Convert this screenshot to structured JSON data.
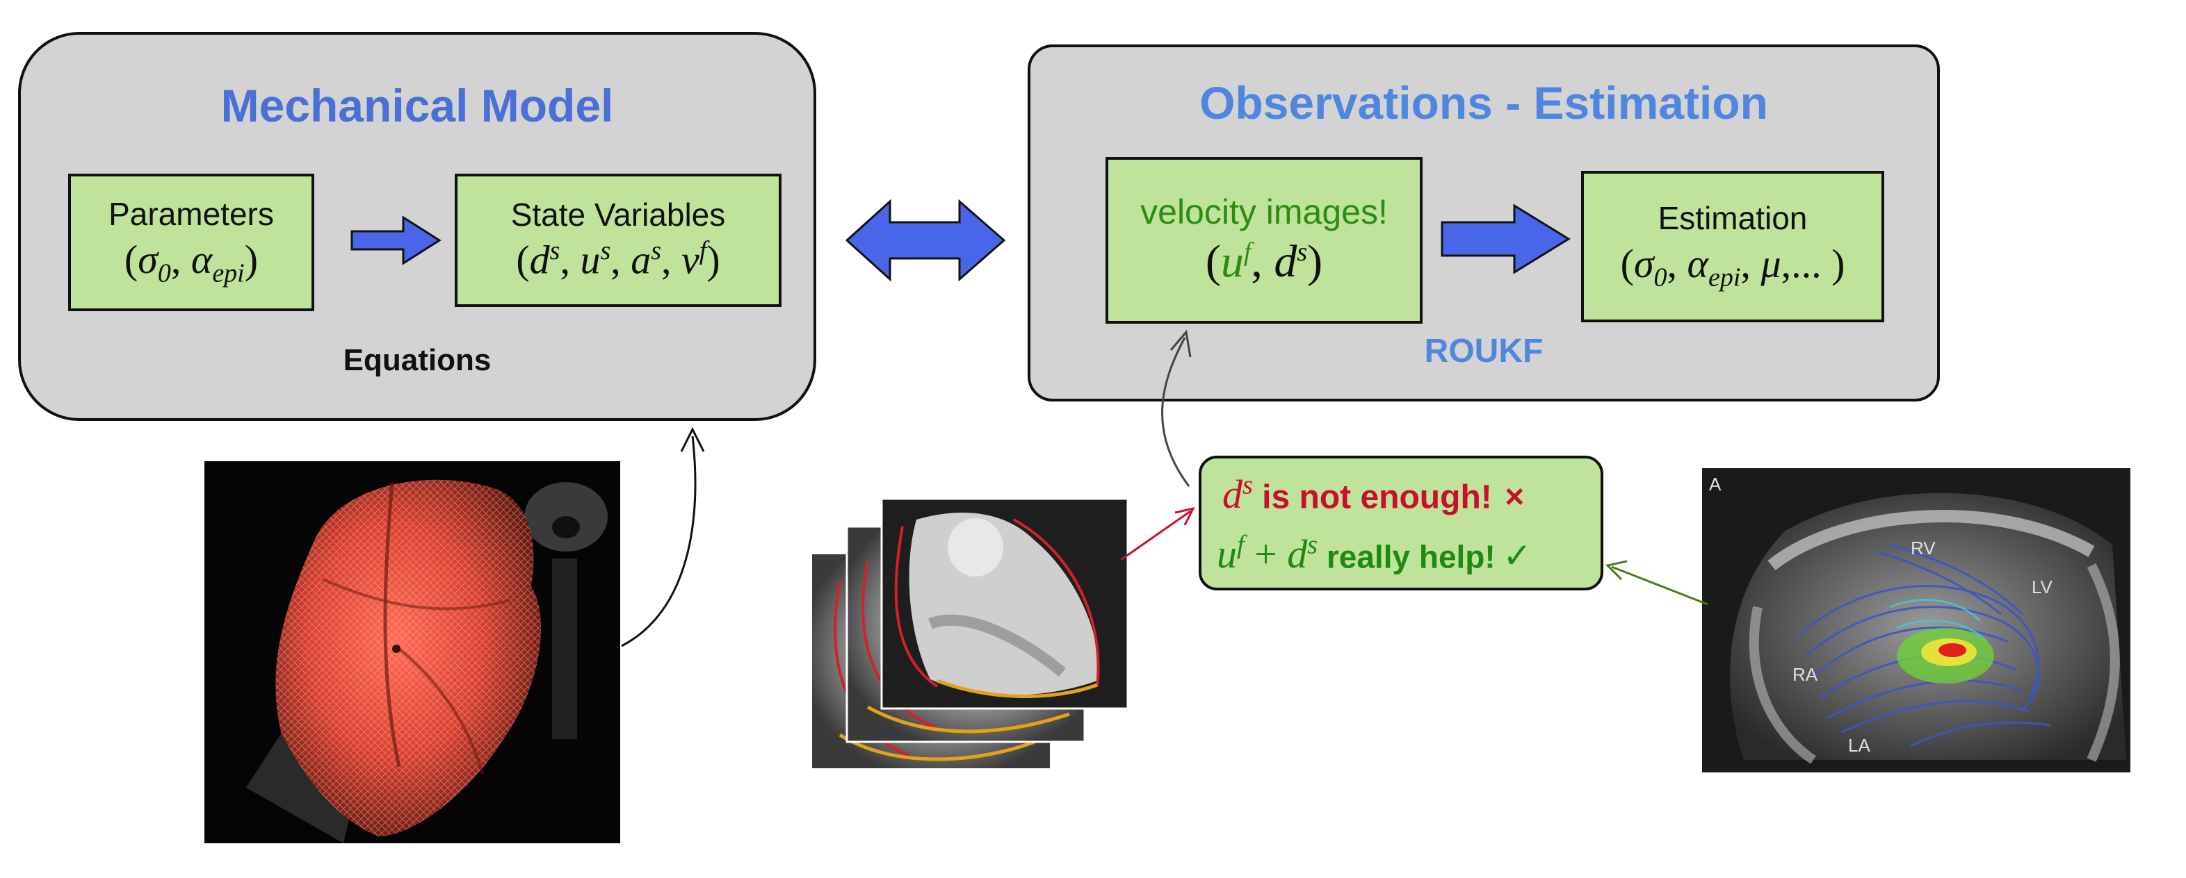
{
  "left_panel": {
    "title": "Mechanical Model",
    "parameters_box": {
      "label": "Parameters",
      "math_open": "(",
      "sigma": "σ",
      "sigma_sub": "0",
      "sep": ", ",
      "alpha": "α",
      "alpha_sub": "epi",
      "math_close": ")"
    },
    "state_box": {
      "label": "State Variables",
      "d": "d",
      "d_sup": "s",
      "u": "u",
      "u_sup": "s",
      "a": "a",
      "a_sup": "s",
      "v": "v",
      "v_sup": "f"
    },
    "caption": "Equations"
  },
  "right_panel": {
    "title": "Observations - Estimation",
    "velocity_box": {
      "label": "velocity images!",
      "u": "u",
      "u_sup": "f",
      "d": "d",
      "d_sup": "s"
    },
    "estimation_box": {
      "label": "Estimation",
      "sigma": "σ",
      "sigma_sub": "0",
      "alpha": "α",
      "alpha_sub": "epi",
      "mu": "μ",
      "tail": ",... )"
    },
    "caption": "ROUKF"
  },
  "callout": {
    "line1_math": "d",
    "line1_sup": "s",
    "line1_text": " is not enough!",
    "line1_mark": "×",
    "line2_u": "u",
    "line2_u_sup": "f",
    "line2_plus": " + ",
    "line2_d": "d",
    "line2_d_sup": "s",
    "line2_text": " really help!",
    "line2_mark": "✓"
  },
  "images": {
    "heart_mesh": {
      "description_icon": "heart-mesh-image"
    },
    "mri_stack": {
      "description_icon": "cine-mri-stack-image"
    },
    "flow_image": {
      "labels": [
        "A",
        "RV",
        "LV",
        "RA",
        "LA"
      ]
    }
  },
  "colors": {
    "title_blue": "#4a6fd6",
    "title_blue_right": "#4f86e0",
    "arrow_blue": "#4a66e8",
    "box_green": "#c0e39c",
    "panel_gray": "#d3d3d3",
    "red_text": "#c8102e",
    "green_text": "#1f8a12",
    "velocity_green": "#2e8b12"
  }
}
